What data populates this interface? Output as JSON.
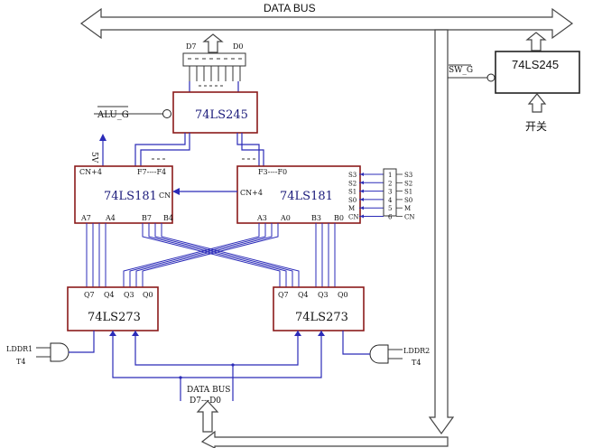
{
  "bus": {
    "top_label": "DATA   BUS",
    "bottom_label_1": "DATA  BUS",
    "bottom_label_2": "D7---D0"
  },
  "chips": {
    "buf_top": "74LS245",
    "buf_right": "74LS245",
    "alu_left": "74LS181",
    "alu_right": "74LS181",
    "reg_left": "74LS273",
    "reg_right": "74LS273"
  },
  "signals": {
    "alu_g": "ALU_G",
    "sw_g": "SW_G",
    "switch": "开关",
    "lddr1": "LDDR1",
    "lddr2": "LDDR2",
    "t4_left": "T4",
    "t4_right": "T4",
    "vcc": "5V",
    "led_d7": "D7",
    "led_d0": "D0"
  },
  "pins": {
    "cn4_left": "CN+4",
    "f7_f4": "F7----F4",
    "cn": "CN",
    "cn4_right": "CN+4",
    "f3_f0": "F3----F0",
    "a7": "A7",
    "a4": "A4",
    "b7": "B7",
    "b4": "B4",
    "a3": "A3",
    "a0": "A0",
    "b3": "B3",
    "b0": "B0",
    "q7l": "Q7",
    "q4l": "Q4",
    "q3l": "Q3",
    "q0l": "Q0",
    "q7r": "Q7",
    "q4r": "Q4",
    "q3r": "Q3",
    "q0r": "Q0",
    "ctrl": [
      "S3",
      "S2",
      "S1",
      "S0",
      "M",
      "CN"
    ],
    "sw_nums": [
      "1",
      "2",
      "3",
      "4",
      "5",
      "6"
    ],
    "sw_out": [
      "S3",
      "S2",
      "S1",
      "S0",
      "M",
      "CN"
    ]
  }
}
